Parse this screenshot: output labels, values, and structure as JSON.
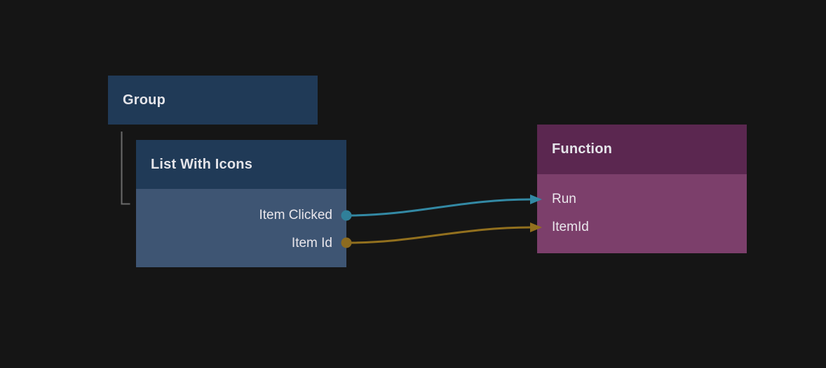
{
  "canvas": {
    "background_color": "#151515",
    "hierarchy_line_color": "#6A6A6A"
  },
  "nodes": [
    {
      "title": "Group",
      "header_color": "#203A57"
    },
    {
      "title": "List With Icons",
      "header_color": "#203A57",
      "body_color": "#3E5573",
      "outputs": [
        {
          "label": "Item Clicked",
          "port_color": "#30809A"
        },
        {
          "label": "Item Id",
          "port_color": "#8C6B20"
        }
      ]
    },
    {
      "title": "Function",
      "header_color": "#5B2750",
      "body_color": "#7C3F6B",
      "inputs": [
        {
          "label": "Run",
          "port_color": "#3389A4"
        },
        {
          "label": "ItemId",
          "port_color": "#92701E"
        }
      ]
    }
  ],
  "connections": [
    {
      "from_node": "List With Icons",
      "from_port": "Item Clicked",
      "to_node": "Function",
      "to_port": "Run",
      "color": "#3389A4"
    },
    {
      "from_node": "List With Icons",
      "from_port": "Item Id",
      "to_node": "Function",
      "to_port": "ItemId",
      "color": "#92701E"
    }
  ]
}
